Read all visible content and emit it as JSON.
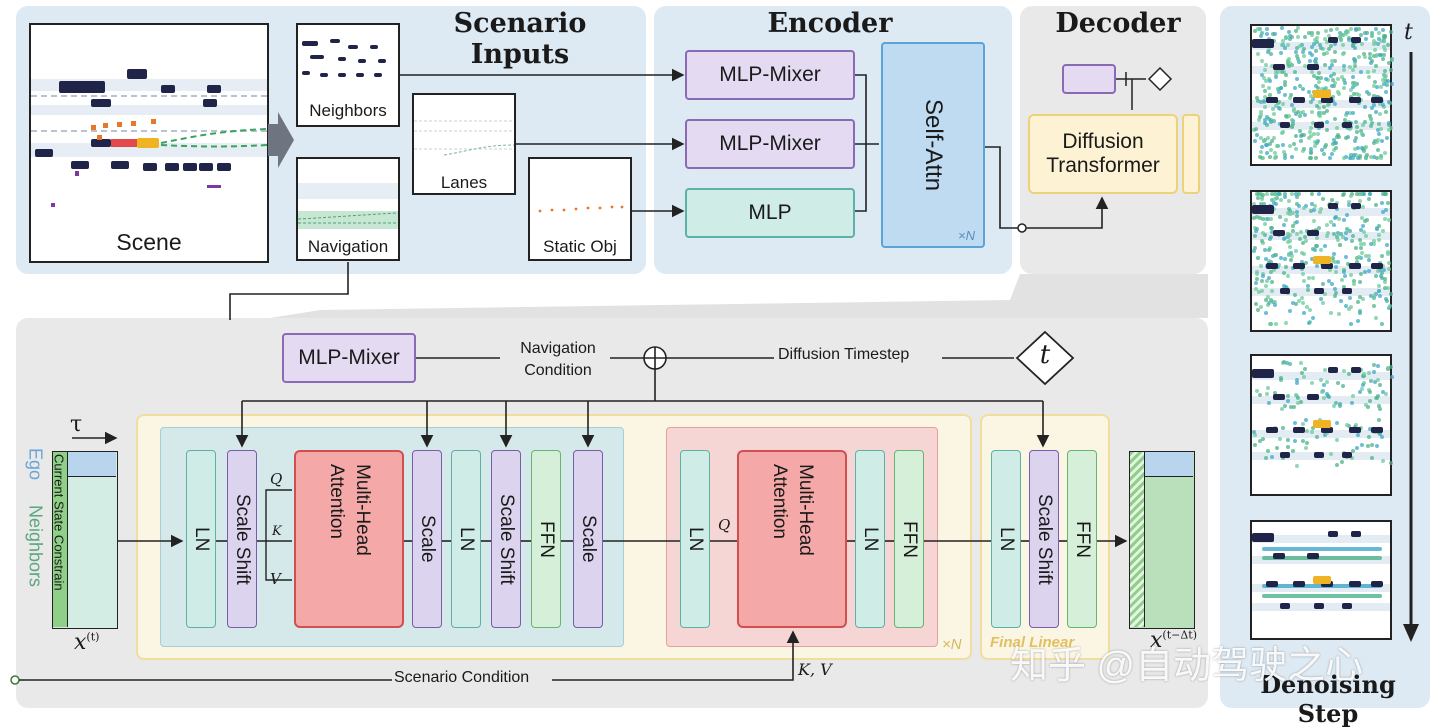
{
  "sections": {
    "scenario_inputs": "Scenario Inputs",
    "encoder": "Encoder",
    "decoder": "Decoder",
    "denoising": "Denoising Step"
  },
  "inputs": {
    "scene": "Scene",
    "neighbors": "Neighbors",
    "lanes": "Lanes",
    "navigation": "Navigation",
    "static_obj": "Static Obj"
  },
  "encoder": {
    "mixer1": "MLP-Mixer",
    "mixer2": "MLP-Mixer",
    "mlp": "MLP",
    "self_attn": "Self-Attn",
    "repeat": "×N"
  },
  "decoder": {
    "dit_line1": "Diffusion",
    "dit_line2": "Transformer"
  },
  "bottom": {
    "nav_mixer": "MLP-Mixer",
    "nav_cond_1": "Navigation",
    "nav_cond_2": "Condition",
    "timestep": "Diffusion Timestep",
    "t_symbol": "t",
    "tau": "τ",
    "ego": "Ego",
    "neighbors": "Neighbors",
    "current_state": "Current State Constrain",
    "x_in": "x",
    "x_in_sup": "(t)",
    "x_out": "x",
    "x_out_sup": "(t−Δt)",
    "scenario_condition": "Scenario Condition",
    "kv": "K, V",
    "q1": "Q",
    "k1": "K",
    "v1": "V",
    "q2": "Q",
    "repeat": "×N",
    "final_linear": "Final Linear",
    "block1": {
      "ln1": "LN",
      "ss1": "Scale  Shift",
      "mha": "Multi-Head Attention",
      "scale1": "Scale",
      "ln2": "LN",
      "ss2": "Scale  Shift",
      "ffn": "FFN",
      "scale2": "Scale"
    },
    "block2": {
      "ln1": "LN",
      "mha": "Multi-Head Attention",
      "ln2": "LN",
      "ffn": "FFN"
    },
    "final": {
      "ln": "LN",
      "ss": "Scale  Shift",
      "ffn": "FFN"
    }
  },
  "side": {
    "t_axis": "t"
  },
  "watermark": "知乎 @自动驾驶之心",
  "colors": {
    "panel_blue": "#dde9f3",
    "panel_gray": "#e9e9e9",
    "mixer": "#e4dbf3",
    "mlp": "#cfece6",
    "ego_yellow": "#f0b323",
    "car_navy": "#1f2448"
  }
}
